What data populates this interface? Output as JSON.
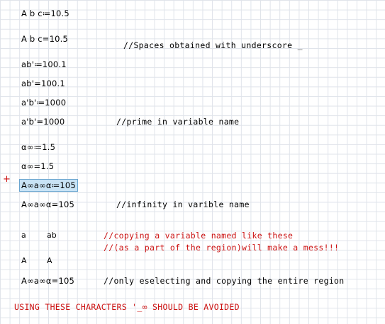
{
  "worksheet": {
    "regions": {
      "r1": "A b c≔10.5",
      "r2": "A b c=10.5",
      "c1": "//Spaces obtained with underscore _",
      "r3": "ab'≔100.1",
      "r4": "ab'=100.1",
      "r5": "a'b'≔1000",
      "r6": "a'b'=1000",
      "c2": "//prime in variable name",
      "r7": "α∞≔1.5",
      "r8": "α∞=1.5",
      "r9": "A∞a∞α≔105",
      "r10": "A∞a∞α=105",
      "c3": "//infinity in varible name",
      "g1": "a",
      "g2": "ab",
      "c4": "//copying a variable named like these",
      "c5": "//(as a part of the region)will make a mess!!!",
      "g3": "A",
      "g4": "A",
      "r11": "A∞a∞α=105",
      "c6": "//only eselecting and copying the entire region",
      "warning": "USING THESE CHARACTERS '_∞ SHOULD BE AVOIDED"
    },
    "cursor_glyph": "+",
    "colors": {
      "comment_red": "#cc1111",
      "selection_fill": "#c8e3f5",
      "grid": "#dfe3ea"
    }
  }
}
